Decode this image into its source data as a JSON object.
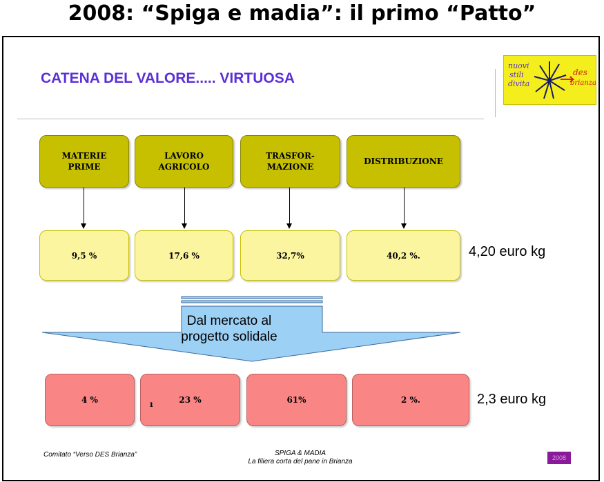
{
  "page_title": "2008: “Spiga e madia”: il primo “Patto”",
  "slide": {
    "heading": "CATENA DEL VALORE..... VIRTUOSA",
    "logo": {
      "text_left": [
        "nuovi",
        "stili",
        "divita"
      ],
      "text_right": [
        "des",
        "brianza"
      ],
      "colors": {
        "background": "#f4ee1c",
        "left_text": "#5b2fd6",
        "right_text": "#d42020",
        "star": "#1a1a60"
      }
    },
    "stages": [
      {
        "line1": "MATERIE",
        "line2": "PRIME"
      },
      {
        "line1": "LAVORO",
        "line2": "AGRICOLO"
      },
      {
        "line1": "TRASFOR-",
        "line2": "MAZIONE"
      },
      {
        "line1": "DISTRIBUZIONE",
        "line2": ""
      }
    ],
    "market_shares": [
      "9,5 %",
      "17,6 %",
      "32,7%",
      "40,2 %."
    ],
    "market_price": "4,20 euro kg",
    "transition": {
      "line1": "Dal mercato al",
      "line2": "progetto solidale"
    },
    "solidale_shares": [
      "4 %",
      "23 %",
      "61%",
      "2 %."
    ],
    "solidale_mark": "ı",
    "solidale_price": "2,3 euro kg",
    "footer": {
      "left": "Comitato “Verso DES Brianza”",
      "center_line1": "SPIGA & MADIA",
      "center_line2": "La filiera corta del pane in Brianza",
      "year": "2008"
    },
    "colors": {
      "heading": "#5b2fd6",
      "stage_box": "#c6c000",
      "market_box": "#fbf5a0",
      "solidale_box": "#f98585",
      "arrow_fill": "#9dd0f5",
      "year_badge": "#8b1a9b"
    }
  }
}
